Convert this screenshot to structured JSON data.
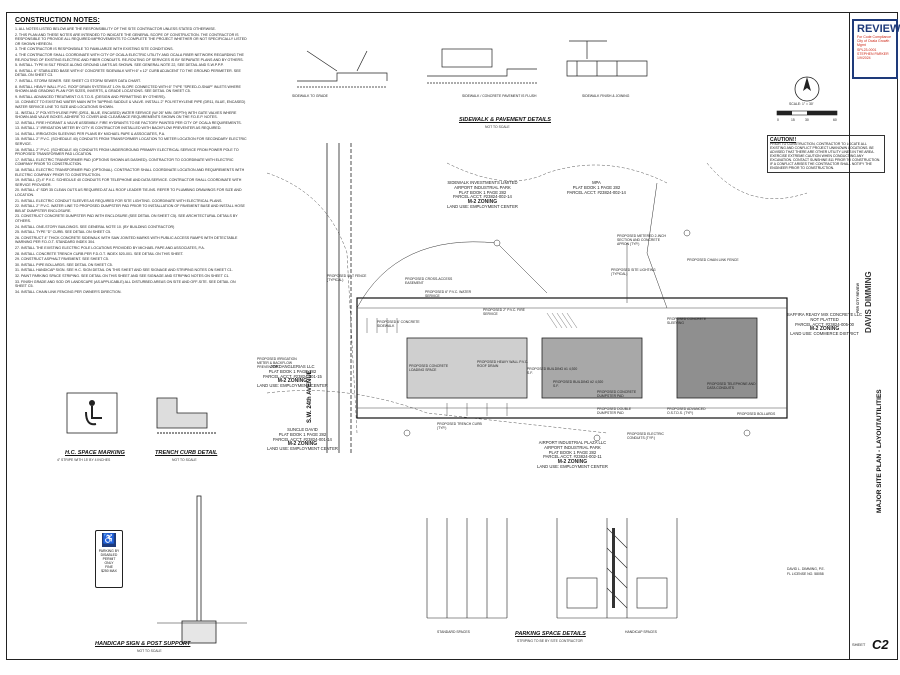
{
  "construction_notes": {
    "title": "CONSTRUCTION NOTES:",
    "items": [
      "1. ALL NOTES LISTED BELOW ARE THE RESPONSIBILITY OF THE SITE CONTRACTOR UNLESS STATED OTHERWISE.",
      "2. THIS PLAN AND THESE NOTES ARE INTENDED TO INDICATE THE GENERAL SCOPE OF CONSTRUCTION. THE CONTRACTOR IS RESPONSIBLE TO PROVIDE ALL REQUIRED IMPROVEMENTS TO COMPLETE THE PROJECT WHETHER OR NOT SPECIFICALLY LISTED OR SHOWN HEREON.",
      "3. THE CONTRACTOR IS RESPONSIBLE TO FAMILIARIZE WITH EXISTING SITE CONDITIONS.",
      "4. THE CONTRACTOR SHALL COORDINATE WITH CITY OF OCALA ELECTRIC UTILITY AND OCALA FIBER NETWORK REGARDING THE RE-ROUTING OF EXISTING ELECTRIC AND FIBER CONDUITS. RE-ROUTING OF SERVICES IS BY SEPARATE PLANS AND BY OTHERS.",
      "5. INSTALL TYPE M SILT FENCE ALONG GROUND LIMITS AS SHOWN. SEE GENERAL NOTE 22, SEE DETAIL AND S.W.P.P.P.",
      "6. INSTALL 6\" STABILIZED BASE WITH 6\" CONCRETE SIDEWALK WITH 6\" x 12\" CURB ADJACENT TO THE GROUND PERIMETER. SEE DETAIL ON SHEET C3.",
      "7. INSTALL STORM SEWER. SEE SHEET C3 STORM SEWER DATA CHART.",
      "8. INSTALL HEAVY WALL P.V.C. ROOF DRAIN SYSTEM AT 1.0% SLOPE CONNECTED WITH 6\" TYPE \"SPEED-O-SNAP\" INLETS WHERE SHOWN AND GRADING PLAN FOR SIZES, INVERTS, & GRADE LOCATIONS. SEE DETAIL ON SHEET C5.",
      "9. INSTALL ADVANCED TREATMENT O.S.T.D.S. (DESIGN AND PERMITTING BY OTHERS).",
      "10. CONNECT TO EXISTING WATER MAIN WITH TAPPING SADDLE & VALVE. INSTALL 2\" POLYETHYLENE PIPE (DR11, BLUE, ENCASED) WATER SERVICE LINE TO SIZE AND LOCATIONS SHOWN.",
      "11. INSTALL 2\" POLYETHYLENE PIPE (DR11, BLUE, ENCASED) WATER SERVICE (W/ 26\" MIN. DEPTH) WITH GATE VALVES WHERE SHOWN AND VALVE BOXES. ADHERE TO COVER AND CLEARANCE REQUIREMENTS SHOWN ON THE F.D.E.P. NOTES.",
      "12. INSTALL FIRE HYDRANT & VALVE ASSEMBLY. FIRE HYDRANTS TO BE FACTORY PAINTED PER CITY OF OCALA REQUIREMENTS.",
      "13. INSTALL 1\" IRRIGATION METER BY CITY IS CONTRACTOR INSTALLED WITH BACKFLOW PREVENTER AS REQUIRED.",
      "14. INSTALL IRRIGATION SLEEVING PER PLANS BY MICHAEL PAPE & ASSOCIATES, P.A.",
      "15. INSTALL 2\" P.V.C. (SCHEDULE 40) CONDUITS FROM TRANSFORMER LOCATION TO METER LOCATION FOR SECONDARY ELECTRIC SERVICE.",
      "16. INSTALL 2\" P.V.C. (SCHEDULE 40) CONDUITS FROM UNDERGROUND PRIMARY ELECTRICAL SERVICE FROM POWER POLE TO PROPOSED TRANSFORMER PAD LOCATION.",
      "17. INSTALL ELECTRIC TRANSFORMER PAD (OPTIONS SHOWN AS DASHED). CONTRACTOR TO COORDINATE WITH ELECTRIC COMPANY PRIOR TO CONSTRUCTION.",
      "18. INSTALL ELECTRIC TRANSFORMER PAD (OPTIONAL). CONTRACTOR SHALL COORDINATE LOCATION AND REQUIREMENTS WITH ELECTRIC COMPANY PRIOR TO CONSTRUCTION.",
      "19. INSTALL (2) 4\" P.V.C. SCHEDULE 40 CONDUITS FOR TELEPHONE AND DATA SERVICE. CONTRACTOR SHALL COORDINATE WITH SERVICE PROVIDER.",
      "20. INSTALL 4\" SDR 35 CLEAN OUTS AS REQUIRED AT ALL ROOF LEADER TIE-INS. REFER TO PLUMBING DRAWINGS FOR SIZE AND LOCATION.",
      "21. INSTALL ELECTRIC CONDUIT SLEEVES AS REQUIRED FOR SITE LIGHTING. COORDINATE WITH ELECTRICAL PLANS.",
      "22. INSTALL 2\" P.V.C. WATER LINE TO PROPOSED DUMPSTER PAD PRIOR TO INSTALLATION OF PAVEMENT BASE AND INSTALL HOSE BIB AT DUMPSTER ENCLOSURE.",
      "23. CONSTRUCT CONCRETE DUMPSTER PAD WITH ENCLOSURE (SEE DETAIL ON SHEET C5). SEE ARCHITECTURAL DETAILS BY OTHERS.",
      "24. INSTALL ONE-STORY BUILDINGS. SEE GENERAL NOTE 10. (BY BUILDING CONTRACTOR)",
      "25. INSTALL TYPE \"D\" CURB. SEE DETAIL ON SHEET C5.",
      "26. CONSTRUCT 4\" THICK CONCRETE SIDEWALK WITH SAW JOINTED MARKS WITH PUBLIC ACCESS RAMPS WITH DETECTABLE WARNING PER F.D.O.T. STANDARD INDEX 304.",
      "27. INSTALL THE EXISTING ELECTRIC POLE LOCATIONS PROVIDED BY MICHAEL PAPE AND ASSOCIATES, P.A.",
      "28. INSTALL CONCRETE TRENCH CURB PER F.D.O.T. INDEX 520-001. SEE DETAIL ON THIS SHEET.",
      "29. CONSTRUCT ASPHALT PAVEMENT. SEE SHEET C5.",
      "30. INSTALL PIPE BOLLARDS. SEE DETAIL ON SHEET C5.",
      "31. INSTALL HANDICAP SIGN. SEE H.C. SIGN DETAIL ON THIS SHEET AND SEE SIGNAGE AND STRIPING NOTES ON SHEET C1.",
      "32. PAINT PARKING SPACE STRIPING. SEE DETAIL ON THIS SHEET AND SEE SIGNAGE AND STRIPING NOTES ON SHEET C1.",
      "33. FINISH GRADE AND SOD OR LANDSCAPE (AS APPLICABLE) ALL DISTURBED AREAS ON SITE AND OFF-SITE. SEE DETAIL ON SHEET C5.",
      "34. INSTALL CHAIN LINK FENCING PER OWNER'S DIRECTION."
    ]
  },
  "review_stamp": {
    "head": "REVIEW",
    "lines": [
      "For Code Compliance",
      "City of Ocala Growth Mgmt",
      "SPL23-0001",
      "STEPHEN PARKER",
      "1/9/2024"
    ]
  },
  "caution": {
    "title": "CAUTION!!",
    "body": "PRIOR TO CONSTRUCTION, CONTRACTOR TO LOCATE ALL EXISTING AND CONFLICT PROJECT UNKNOWN LOCATIONS. BE ADVISED THAT THERE ARE OTHER UTILITY LINES IN THE AREA. EXERCISE EXTREME CAUTION WHEN CONDUCTING ANY EXCAVATION. CONTACT SUNSHINE 811 PRIOR TO CONSTRUCTION. IF A CONFLICT ARISES THE CONTRACTOR SHALL NOTIFY THE ENGINEER PRIOR TO CONSTRUCTION."
  },
  "details": {
    "sidewalk_title": "SIDEWALK & PAVEMENT DETAILS",
    "sidewalk_sub": "NOT TO SCALE",
    "sidewalk_a": "SIDEWALK TO GRADE",
    "sidewalk_b": "SIDEWALK / CONCRETE PAVEMENT IS FLUSH",
    "sidewalk_c": "SIDEWALK FINISH & JOINING",
    "hc_title": "H.C. SPACE MARKING",
    "hc_sub": "4\" STRIPE WITH 15' BY 4 INCHES",
    "trench_title": "TRENCH CURB DETAIL",
    "trench_sub": "NOT TO SCALE",
    "sign_title": "HANDICAP SIGN & POST SUPPORT",
    "sign_sub": "NOT TO SCALE",
    "parking_title": "PARKING SPACE DETAILS",
    "parking_sub": "STRIPING TO BE BY SITE CONTRACTOR",
    "standard_spaces": "STANDARD SPACES",
    "handicap_spaces": "HANDICAP SPACES",
    "sign_text": [
      "PARKING BY",
      "DISABLED",
      "PERMIT",
      "ONLY",
      "FINE",
      "$250 MAX"
    ]
  },
  "site": {
    "road_label": "S.W. 24th AVENUE",
    "north_zoning": [
      "SIDEWALK INVESTMENTS LIMITED",
      "AIRPORT INDUSTRIAL PARK",
      "PLAT BOOK 1 PAGE 282",
      "PARCEL ACCT. #23824-002-14",
      "M-2 ZONING",
      "LAND USE: EMPLOYMENT CENTER"
    ],
    "northeast_zoning": [
      "MPA",
      "PLAT BOOK 1 PAGE 282",
      "PARCEL ACCT. #23824-002-14"
    ],
    "west_zoning": [
      "JORDANGLERIAS LLC",
      "PLAT BOOK 1 PAGE 282",
      "PARCEL ACCT. #23824-001-15",
      "M-2 ZONING",
      "LAND USE: EMPLOYMENT CENTER"
    ],
    "southwest_zoning": [
      "SUNCLE DAVID",
      "PLAT BOOK 1 PAGE 282",
      "PARCEL ACCT. #23824-001-14",
      "M-2 ZONING",
      "LAND USE: EMPLOYMENT CENTER"
    ],
    "south_zoning": [
      "AIRPORT INDUSTRIAL PLAZA LLC",
      "AIRPORT INDUSTRIAL PARK",
      "PLAT BOOK 1 PAGE 282",
      "PARCEL ACCT. #23824-002-11",
      "M-2 ZONING",
      "LAND USE: EMPLOYMENT CENTER"
    ],
    "east_zoning": [
      "SAFFIRA READY MIX CONCRETE LLC",
      "NOT PLATTED",
      "PARCEL ACCT. #23824-005-00",
      "M-2 ZONING",
      "LAND USE: COMMERCE DISTRICT"
    ],
    "callouts": [
      "PROPOSED SILT FENCE (TYPICAL)",
      "PROPOSED METERED 2-INCH SECTION AND CONCRETE APRON (TYP.)",
      "PROPOSED SITE LIGHTING (TYPICAL)",
      "PROPOSED CHAIN LINK FENCE",
      "PROPOSED 6\" P.V.C. WATER SERVICE",
      "PROPOSED 6' CONCRETE SIDEWALK",
      "PROPOSED CONCRETE LOADING SPACE",
      "PROPOSED HEAVY WALL P.V.C. ROOF DRAIN",
      "PROPOSED BUILDING #1 4,920 S.F.",
      "PROPOSED BUILDING #2 4,920 S.F.",
      "PROPOSED CONCRETE SLEEVING",
      "PROPOSED CONCRETE DUMPSTER PAD",
      "PROPOSED ADVANCED O.S.T.D.S. (TYP.)",
      "PROPOSED 2\" P.V.C. FIRE SERVICE",
      "PROPOSED ELECTRIC CONDUITS (TYP.)",
      "PROPOSED DOUBLE DUMPSTER PAD",
      "PROPOSED IRRIGATION METER & BACKFLOW PREVENTER",
      "PROPOSED CROSS-ACCESS EASEMENT",
      "PROPOSED TRENCH CURB (TYP.)",
      "PROPOSED BOLLARDS",
      "PROPOSED TELEPHONE AND DATA CONDUITS"
    ]
  },
  "title_block": {
    "title": "MAJOR SITE PLAN - LAYOUT/UTILITIES",
    "firm": "DAVIS DIMMING",
    "sheet_label": "SHEET",
    "sheet_no": "C2",
    "engineer": [
      "DAVID L. DIMMING, P.E.",
      "FL LICENSE NO. 58058"
    ],
    "revision": "PER CITY REVIEW"
  },
  "scale": {
    "label": "SCALE: 1\" = 30'",
    "ticks": [
      "0",
      "15",
      "30",
      "60"
    ]
  }
}
